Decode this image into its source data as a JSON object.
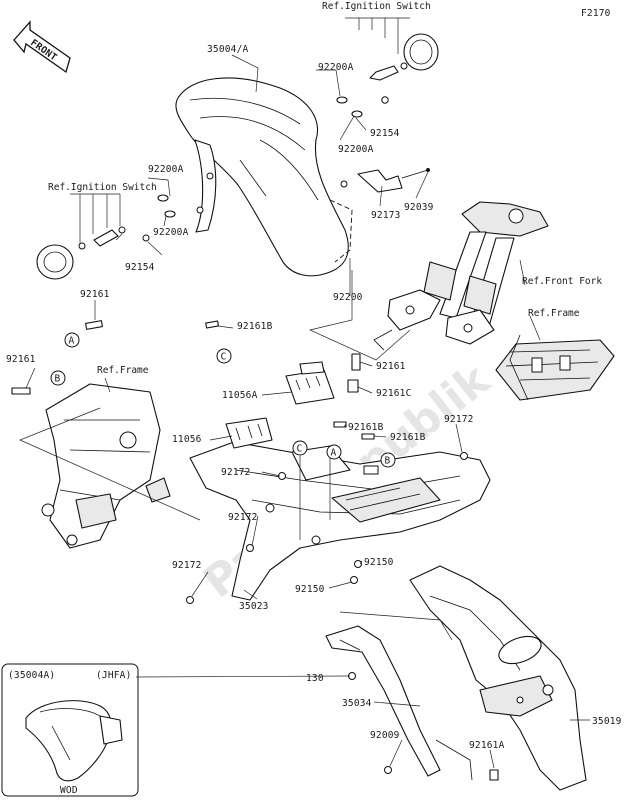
{
  "diagram": {
    "figure_code": "F2170",
    "front_arrow": "FRONT",
    "watermark": "PartsRepublik",
    "refs": {
      "ignition_top": "Ref.Ignition Switch",
      "ignition_left": "Ref.Ignition Switch",
      "front_fork": "Ref.Front Fork",
      "frame_right": "Ref.Frame",
      "frame_left": "Ref.Frame"
    },
    "parts": {
      "p35004A": "35004/A",
      "p92200A_1": "92200A",
      "p92154_1": "92154",
      "p92200A_2": "92200A",
      "p92200A_3": "92200A",
      "p92200A_4": "92200A",
      "p92154_2": "92154",
      "p92173": "92173",
      "p92039": "92039",
      "p92200": "92200",
      "p92161_1": "92161",
      "p92161_2": "92161",
      "p92161B_1": "92161B",
      "p92161_3": "92161",
      "p11056A": "11056A",
      "p92161C": "92161C",
      "p92161B_2": "92161B",
      "p92161B_3": "92161B",
      "p92172_1": "92172",
      "p11056": "11056",
      "p92172_2": "92172",
      "p92172_3": "92172",
      "p92172_4": "92172",
      "p92150_1": "92150",
      "p92150_2": "92150",
      "p35023": "35023",
      "p130": "130",
      "p35034": "35034",
      "p35019": "35019",
      "p92009": "92009",
      "p92161A": "92161A"
    },
    "callouts": {
      "a1": "A",
      "b1": "B",
      "c1": "C",
      "c2": "C",
      "a2": "A",
      "b2": "B"
    },
    "inset": {
      "code": "(35004A)",
      "variant": "(JHFA)",
      "caption": "WOD"
    }
  }
}
